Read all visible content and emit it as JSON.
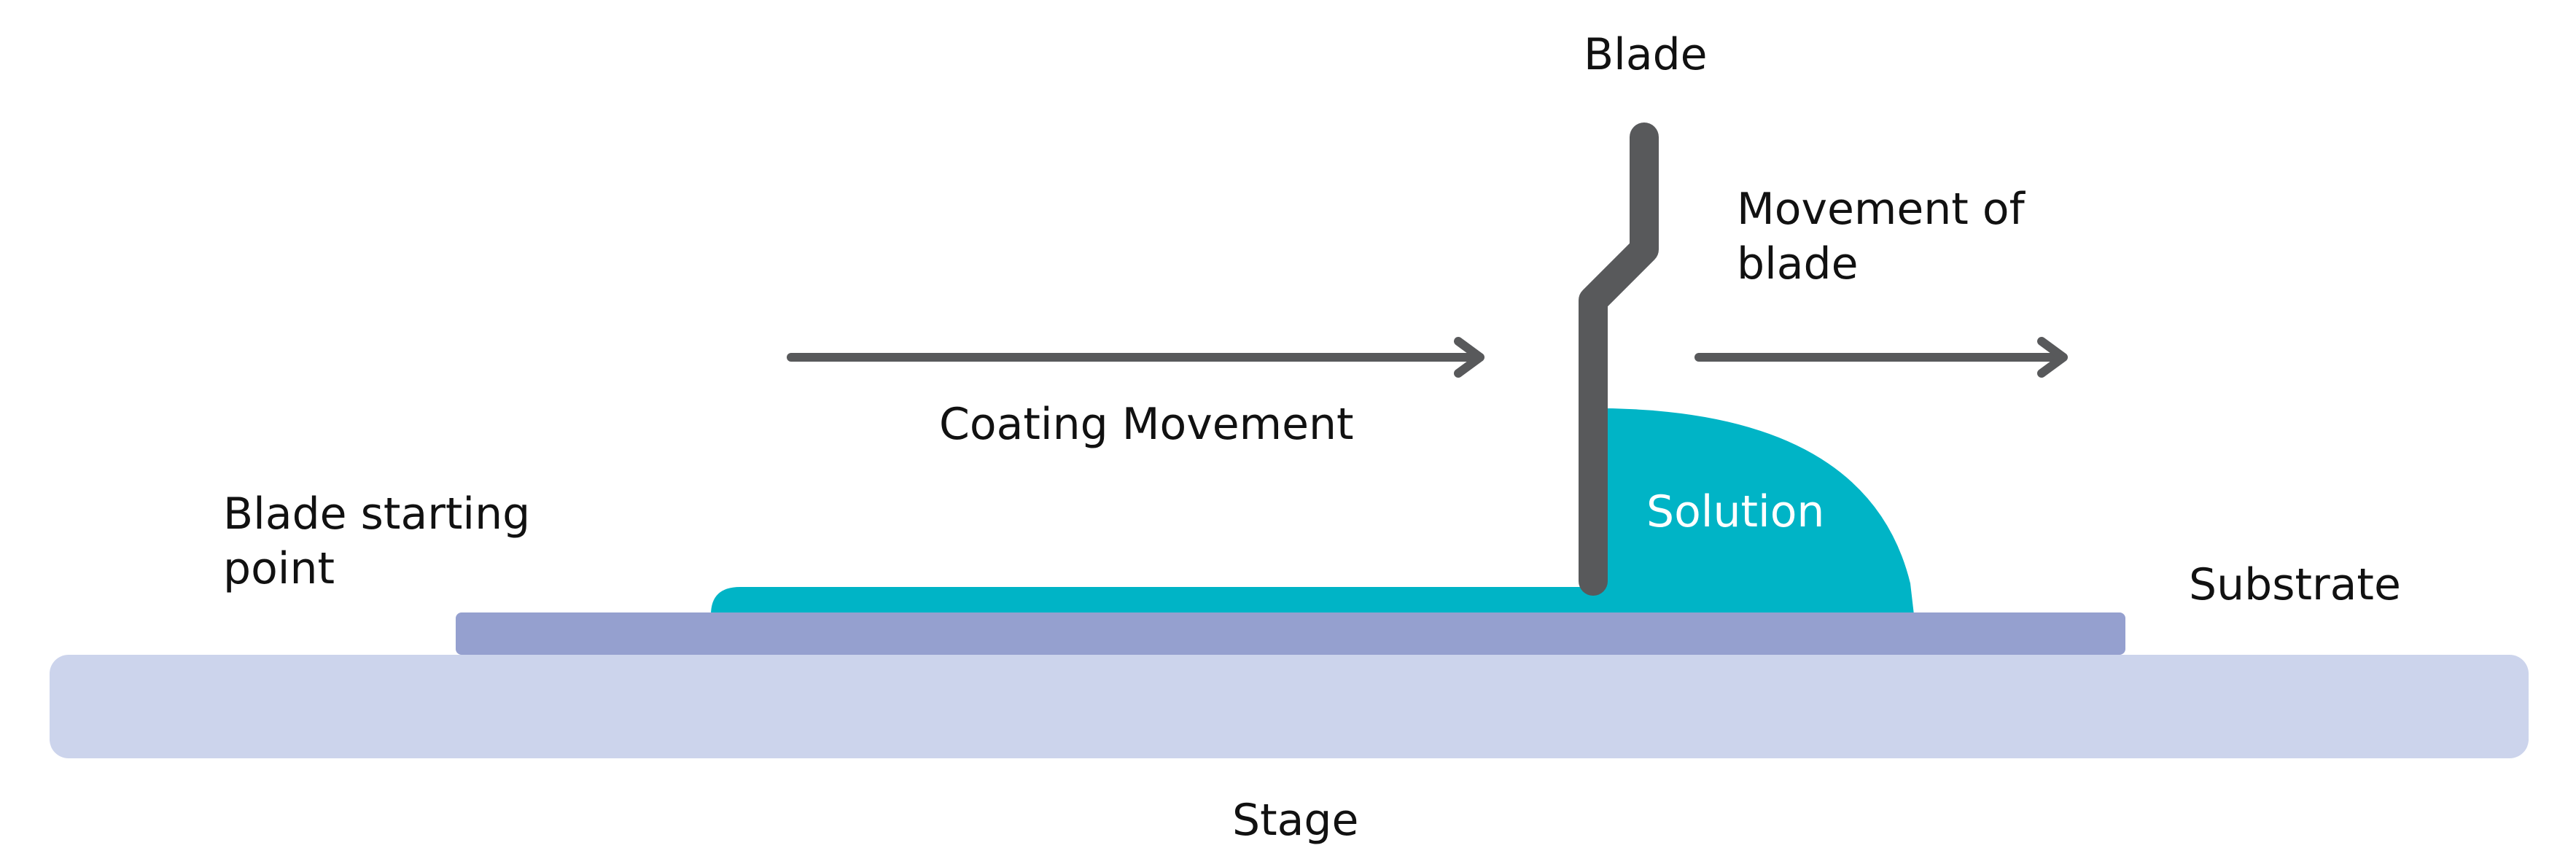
{
  "labels": {
    "blade": "Blade",
    "movement_of_blade_line1": "Movement of",
    "movement_of_blade_line2": "blade",
    "coating_movement": "Coating Movement",
    "blade_starting_point_line1": "Blade starting",
    "blade_starting_point_line2": "point",
    "solution": "Solution",
    "substrate": "Substrate",
    "stage": "Stage"
  },
  "colors": {
    "stage": "#ccd4ec",
    "substrate": "#95a0cf",
    "solution": "#00b4c6",
    "blade": "#58595b",
    "arrow": "#58595b",
    "text": "#111111"
  }
}
